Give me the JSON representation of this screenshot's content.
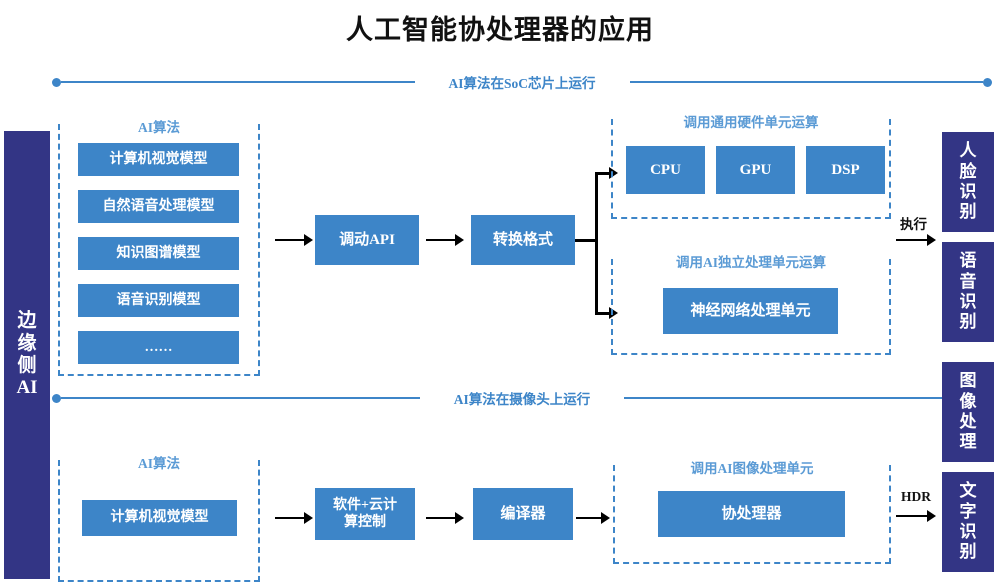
{
  "title": "人工智能协处理器的应用",
  "colors": {
    "box_blue": "#3d85c8",
    "navy": "#333585",
    "dashed_blue": "#3d85c8",
    "group_title_blue": "#5b9bd5",
    "arrow_black": "#000000",
    "background": "#ffffff"
  },
  "edge_bar": {
    "label": "边缘侧AI"
  },
  "dividers": [
    {
      "label": "AI算法在SoC芯片上运行"
    },
    {
      "label": "AI算法在摄像头上运行"
    }
  ],
  "top_row": {
    "algorithms_group": {
      "title": "AI算法",
      "items": [
        "计算机视觉模型",
        "自然语音处理模型",
        "知识图谱模型",
        "语音识别模型",
        "……"
      ]
    },
    "stage_call_api": "调动API",
    "stage_convert_format": "转换格式",
    "hardware_group": {
      "title": "调用通用硬件单元运算",
      "items": [
        "CPU",
        "GPU",
        "DSP"
      ]
    },
    "ai_unit_group": {
      "title": "调用AI独立处理单元运算",
      "items": [
        "神经网络处理单元"
      ]
    },
    "execute_label": "执行"
  },
  "bottom_row": {
    "algorithms_group": {
      "title": "AI算法",
      "items": [
        "计算机视觉模型"
      ]
    },
    "stage_software_cloud": "软件+云计\n算控制",
    "stage_compiler": "编译器",
    "image_unit_group": {
      "title": "调用AI图像处理单元",
      "items": [
        "协处理器"
      ]
    },
    "hdr_label": "HDR"
  },
  "outputs": [
    {
      "label": "人脸识别"
    },
    {
      "label": "语音识别"
    },
    {
      "label": "图像处理"
    },
    {
      "label": "文字识别"
    }
  ]
}
